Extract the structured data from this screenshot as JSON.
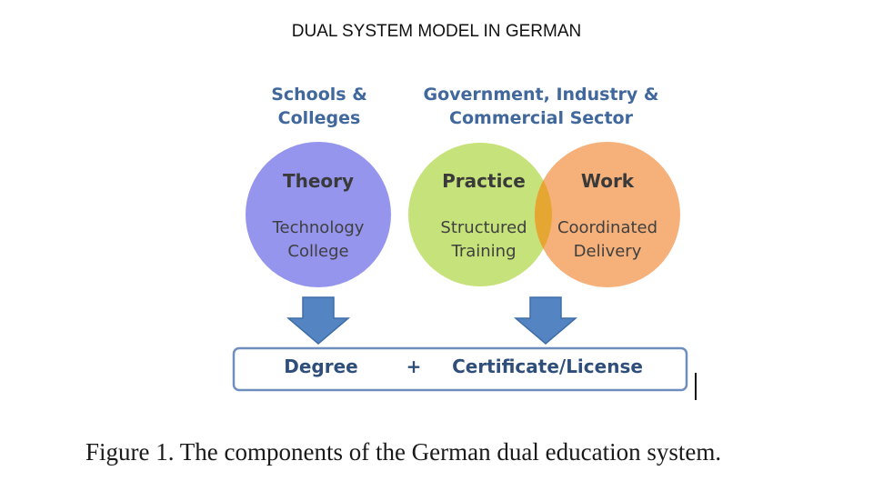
{
  "title": "DUAL SYSTEM MODEL IN GERMAN",
  "groups": {
    "schools": [
      "Schools &",
      "Colleges"
    ],
    "government": [
      "Government, Industry &",
      "Commercial Sector"
    ]
  },
  "circles": [
    {
      "heading": "Theory",
      "lines": [
        "Technology",
        "College"
      ],
      "color": "#9595ee"
    },
    {
      "heading": "Practice",
      "lines": [
        "Structured",
        "Training"
      ],
      "color": "#c6e27a"
    },
    {
      "heading": "Work",
      "lines": [
        "Coordinated",
        "Delivery"
      ],
      "color": "#f6b079"
    }
  ],
  "overlap_color": "#e6a632",
  "arrow_color": "#5484c2",
  "outcome": {
    "left": "Degree",
    "plus": "+",
    "right": "Certificate/License"
  },
  "caption": "Figure 1.  The components of the German dual education system."
}
